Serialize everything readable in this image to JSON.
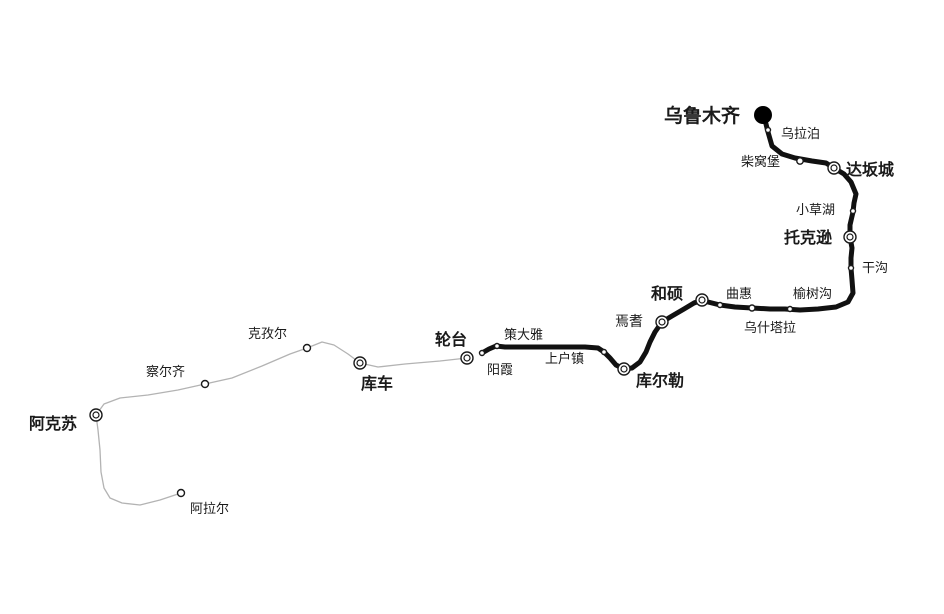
{
  "colors": {
    "main_line": "#111111",
    "branch_line": "#b3b3b3"
  },
  "stations": {
    "urumqi": {
      "name": "乌鲁木齐"
    },
    "wulabo": {
      "name": "乌拉泊"
    },
    "chaiwopu": {
      "name": "柴窝堡"
    },
    "dabancheng": {
      "name": "达坂城"
    },
    "xiaocaohu": {
      "name": "小草湖"
    },
    "tuokexun": {
      "name": "托克逊"
    },
    "gangou": {
      "name": "干沟"
    },
    "yushugou": {
      "name": "榆树沟"
    },
    "quhui": {
      "name": "曲惠"
    },
    "wushitala": {
      "name": "乌什塔拉"
    },
    "heshuo": {
      "name": "和硕"
    },
    "yanqi": {
      "name": "焉耆"
    },
    "kuerle": {
      "name": "库尔勒"
    },
    "shanghuzhen": {
      "name": "上户镇"
    },
    "cedaya": {
      "name": "策大雅"
    },
    "yangxia": {
      "name": "阳霞"
    },
    "luntai": {
      "name": "轮台"
    },
    "kuche": {
      "name": "库车"
    },
    "kezier": {
      "name": "克孜尔"
    },
    "chaerqi": {
      "name": "察尔齐"
    },
    "akesu": {
      "name": "阿克苏"
    },
    "alaer": {
      "name": "阿拉尔"
    }
  }
}
